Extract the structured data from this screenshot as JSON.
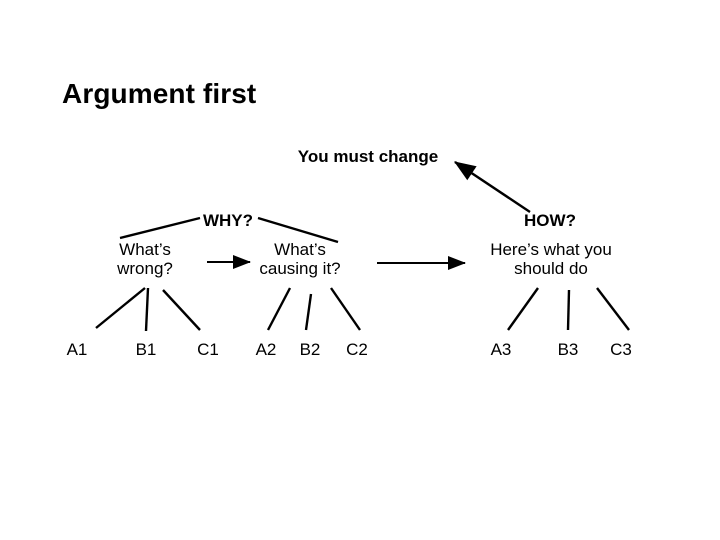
{
  "slide": {
    "title": "Argument first",
    "background_color": "#ffffff",
    "ink_color": "#000000"
  },
  "diagram": {
    "root": {
      "label": "You must change"
    },
    "branches": [
      {
        "key": "why",
        "label": "WHY?",
        "children": [
          {
            "key": "whats-wrong",
            "label": "What’s\nwrong?",
            "leaves": [
              "A1",
              "B1",
              "C1"
            ]
          },
          {
            "key": "whats-causing-it",
            "label": "What’s\ncausing it?",
            "leaves": [
              "A2",
              "B2",
              "C2"
            ]
          }
        ]
      },
      {
        "key": "how",
        "label": "HOW?",
        "children": [
          {
            "key": "heres-what-you-should-do",
            "label": "Here’s what you\nshould do",
            "leaves": [
              "A3",
              "B3",
              "C3"
            ]
          }
        ]
      }
    ],
    "flow_arrows": [
      {
        "from": "whats-wrong",
        "to": "whats-causing-it"
      },
      {
        "from": "whats-causing-it",
        "to": "heres-what-you-should-do"
      }
    ],
    "conclusion_arrow": {
      "from": "how",
      "to": "root"
    }
  }
}
